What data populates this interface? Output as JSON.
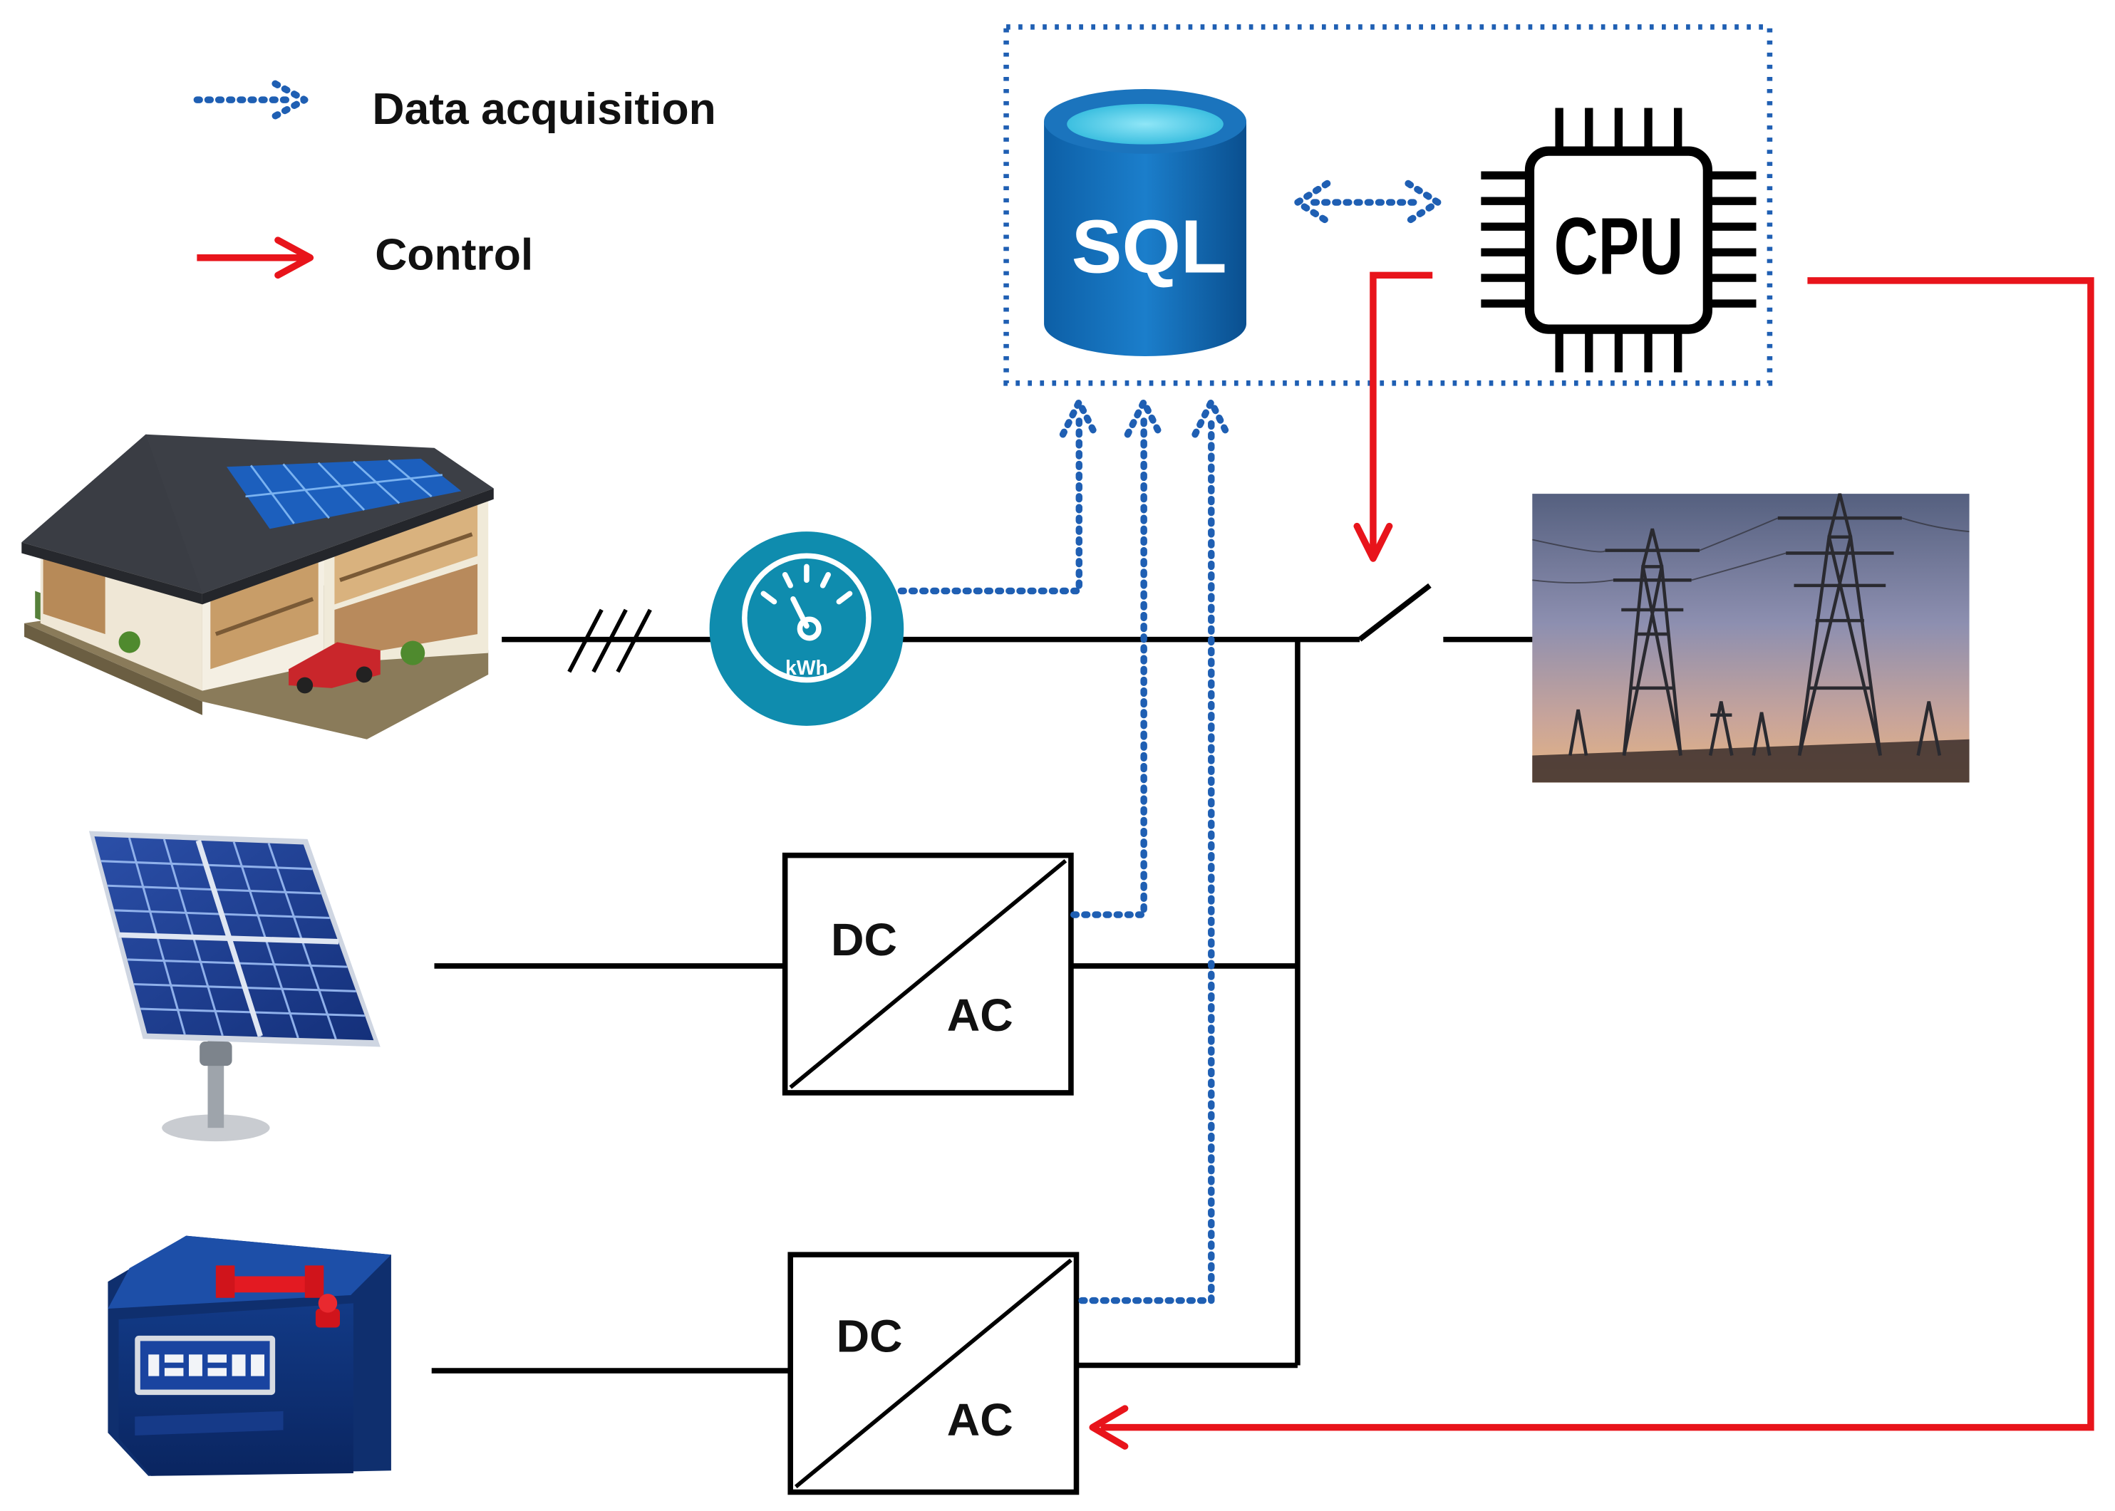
{
  "legend": {
    "data_acquisition": "Data acquisition",
    "control": "Control"
  },
  "database": {
    "label": "SQL"
  },
  "processor": {
    "label": "CPU"
  },
  "meter": {
    "unit": "kWh"
  },
  "converter_pv": {
    "dc": "DC",
    "ac": "AC"
  },
  "converter_battery": {
    "dc": "DC",
    "ac": "AC"
  },
  "colors": {
    "data_acquisition": "#1f5fb3",
    "control": "#e8141b"
  },
  "icons": {
    "house": "house-icon",
    "solar_panel": "solar-panel-icon",
    "battery": "battery-icon",
    "power_grid": "power-tower-icon",
    "database": "database-icon",
    "processor": "cpu-icon",
    "meter": "energy-meter-icon"
  }
}
